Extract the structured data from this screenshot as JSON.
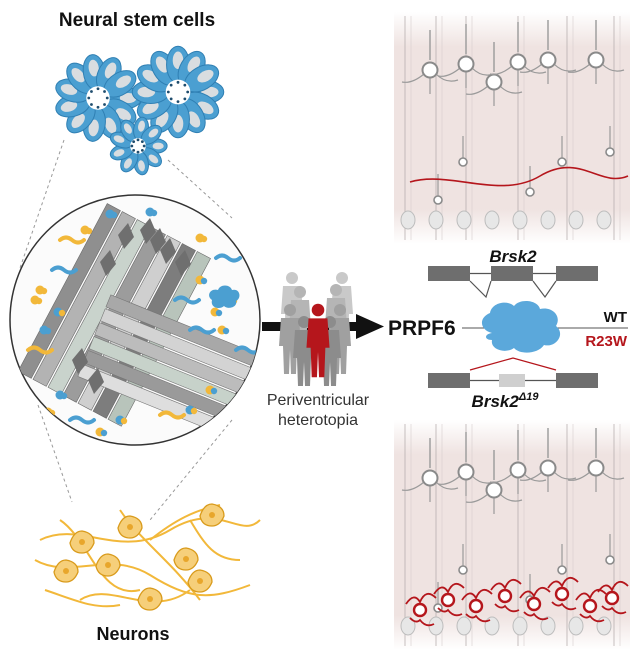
{
  "labels": {
    "neural_stem_cells": "Neural stem cells",
    "neurons": "Neurons",
    "periventricular_line1": "Periventricular",
    "periventricular_line2": "heterotopia",
    "gene": "Brsk2",
    "gene_mutant_base": "Brsk2",
    "gene_mutant_sup": "Δ19",
    "protein": "PRPF6",
    "wt": "WT",
    "mutation": "R23W"
  },
  "colors": {
    "stem_blue": "#4b9fd1",
    "stem_light": "#d9dde0",
    "neuron_orange": "#f2b83a",
    "neuron_body": "#f6cf7a",
    "mutant_red": "#b5161c",
    "exon_gray": "#6e6e6e",
    "tissue_pink": "#efe3e1",
    "cell_gray": "#9a9a9a",
    "arrow_black": "#111111"
  },
  "icons": [
    "rosette-cluster",
    "spliceosome",
    "people-group",
    "gene-diagram",
    "protein-blob",
    "cortex-section"
  ]
}
